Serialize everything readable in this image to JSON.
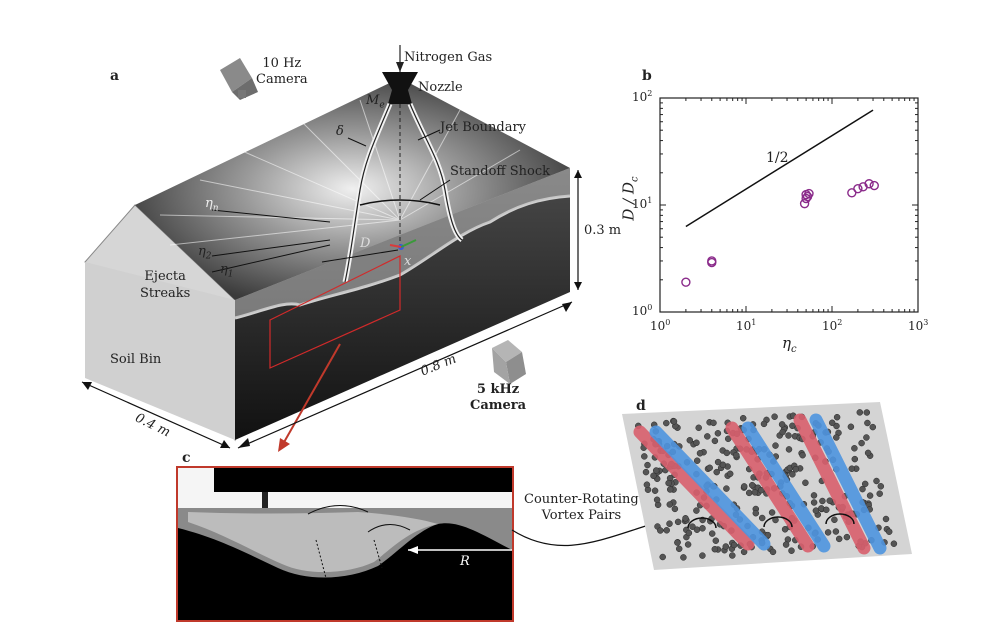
{
  "panel_a": {
    "letter": "a",
    "camera_top": [
      "10 Hz",
      "Camera"
    ],
    "gas": "Nitrogen Gas",
    "nozzle": "Nozzle",
    "me": "M",
    "me_sub": "e",
    "delta": "δ",
    "jet_boundary": "Jet Boundary",
    "standoff": "Standoff Shock",
    "eta_n": "η",
    "eta_n_sub": "n",
    "eta_2": "η",
    "eta_2_sub": "2",
    "eta_1": "η",
    "eta_1_sub": "1",
    "d_label": "D",
    "x_label": "x",
    "ejecta": [
      "Ejecta",
      "Streaks"
    ],
    "height": "0.3 m",
    "soil_bin": "Soil Bin",
    "depth": "0.4 m",
    "length": "0.8 m",
    "camera_bottom": [
      "5 kHz",
      "Camera"
    ]
  },
  "panel_b": {
    "letter": "b",
    "ylabel": "D / D",
    "ylabel_sub": "c",
    "xlabel": "η",
    "xlabel_sub": "c",
    "slope_label": "1/2",
    "x_ticks": [
      {
        "base": "10",
        "exp": "0"
      },
      {
        "base": "10",
        "exp": "1"
      },
      {
        "base": "10",
        "exp": "2"
      },
      {
        "base": "10",
        "exp": "3"
      }
    ],
    "y_ticks": [
      {
        "base": "10",
        "exp": "0"
      },
      {
        "base": "10",
        "exp": "1"
      },
      {
        "base": "10",
        "exp": "2"
      }
    ]
  },
  "chart_data": {
    "type": "scatter",
    "x_scale": "log",
    "y_scale": "log",
    "xlim": [
      1,
      1000
    ],
    "ylim": [
      1,
      100
    ],
    "marker_color": "#8a2a8a",
    "points": [
      {
        "x": 2,
        "y": 1.9
      },
      {
        "x": 4,
        "y": 3.0
      },
      {
        "x": 4,
        "y": 2.9
      },
      {
        "x": 48,
        "y": 10.3
      },
      {
        "x": 50,
        "y": 11.5
      },
      {
        "x": 50,
        "y": 12.5
      },
      {
        "x": 52,
        "y": 12.0
      },
      {
        "x": 54,
        "y": 12.8
      },
      {
        "x": 170,
        "y": 13.0
      },
      {
        "x": 200,
        "y": 14.2
      },
      {
        "x": 230,
        "y": 14.8
      },
      {
        "x": 270,
        "y": 15.8
      },
      {
        "x": 310,
        "y": 15.2
      }
    ],
    "reference_line": {
      "label": "1/2",
      "x": [
        2,
        300
      ],
      "y": [
        6.3,
        77
      ]
    }
  },
  "panel_c": {
    "letter": "c",
    "r_label": "R",
    "vortex_label": [
      "Counter-Rotating",
      "Vortex Pairs"
    ]
  },
  "panel_d": {
    "letter": "d",
    "red": "#d9606e",
    "blue": "#4f95e0"
  }
}
